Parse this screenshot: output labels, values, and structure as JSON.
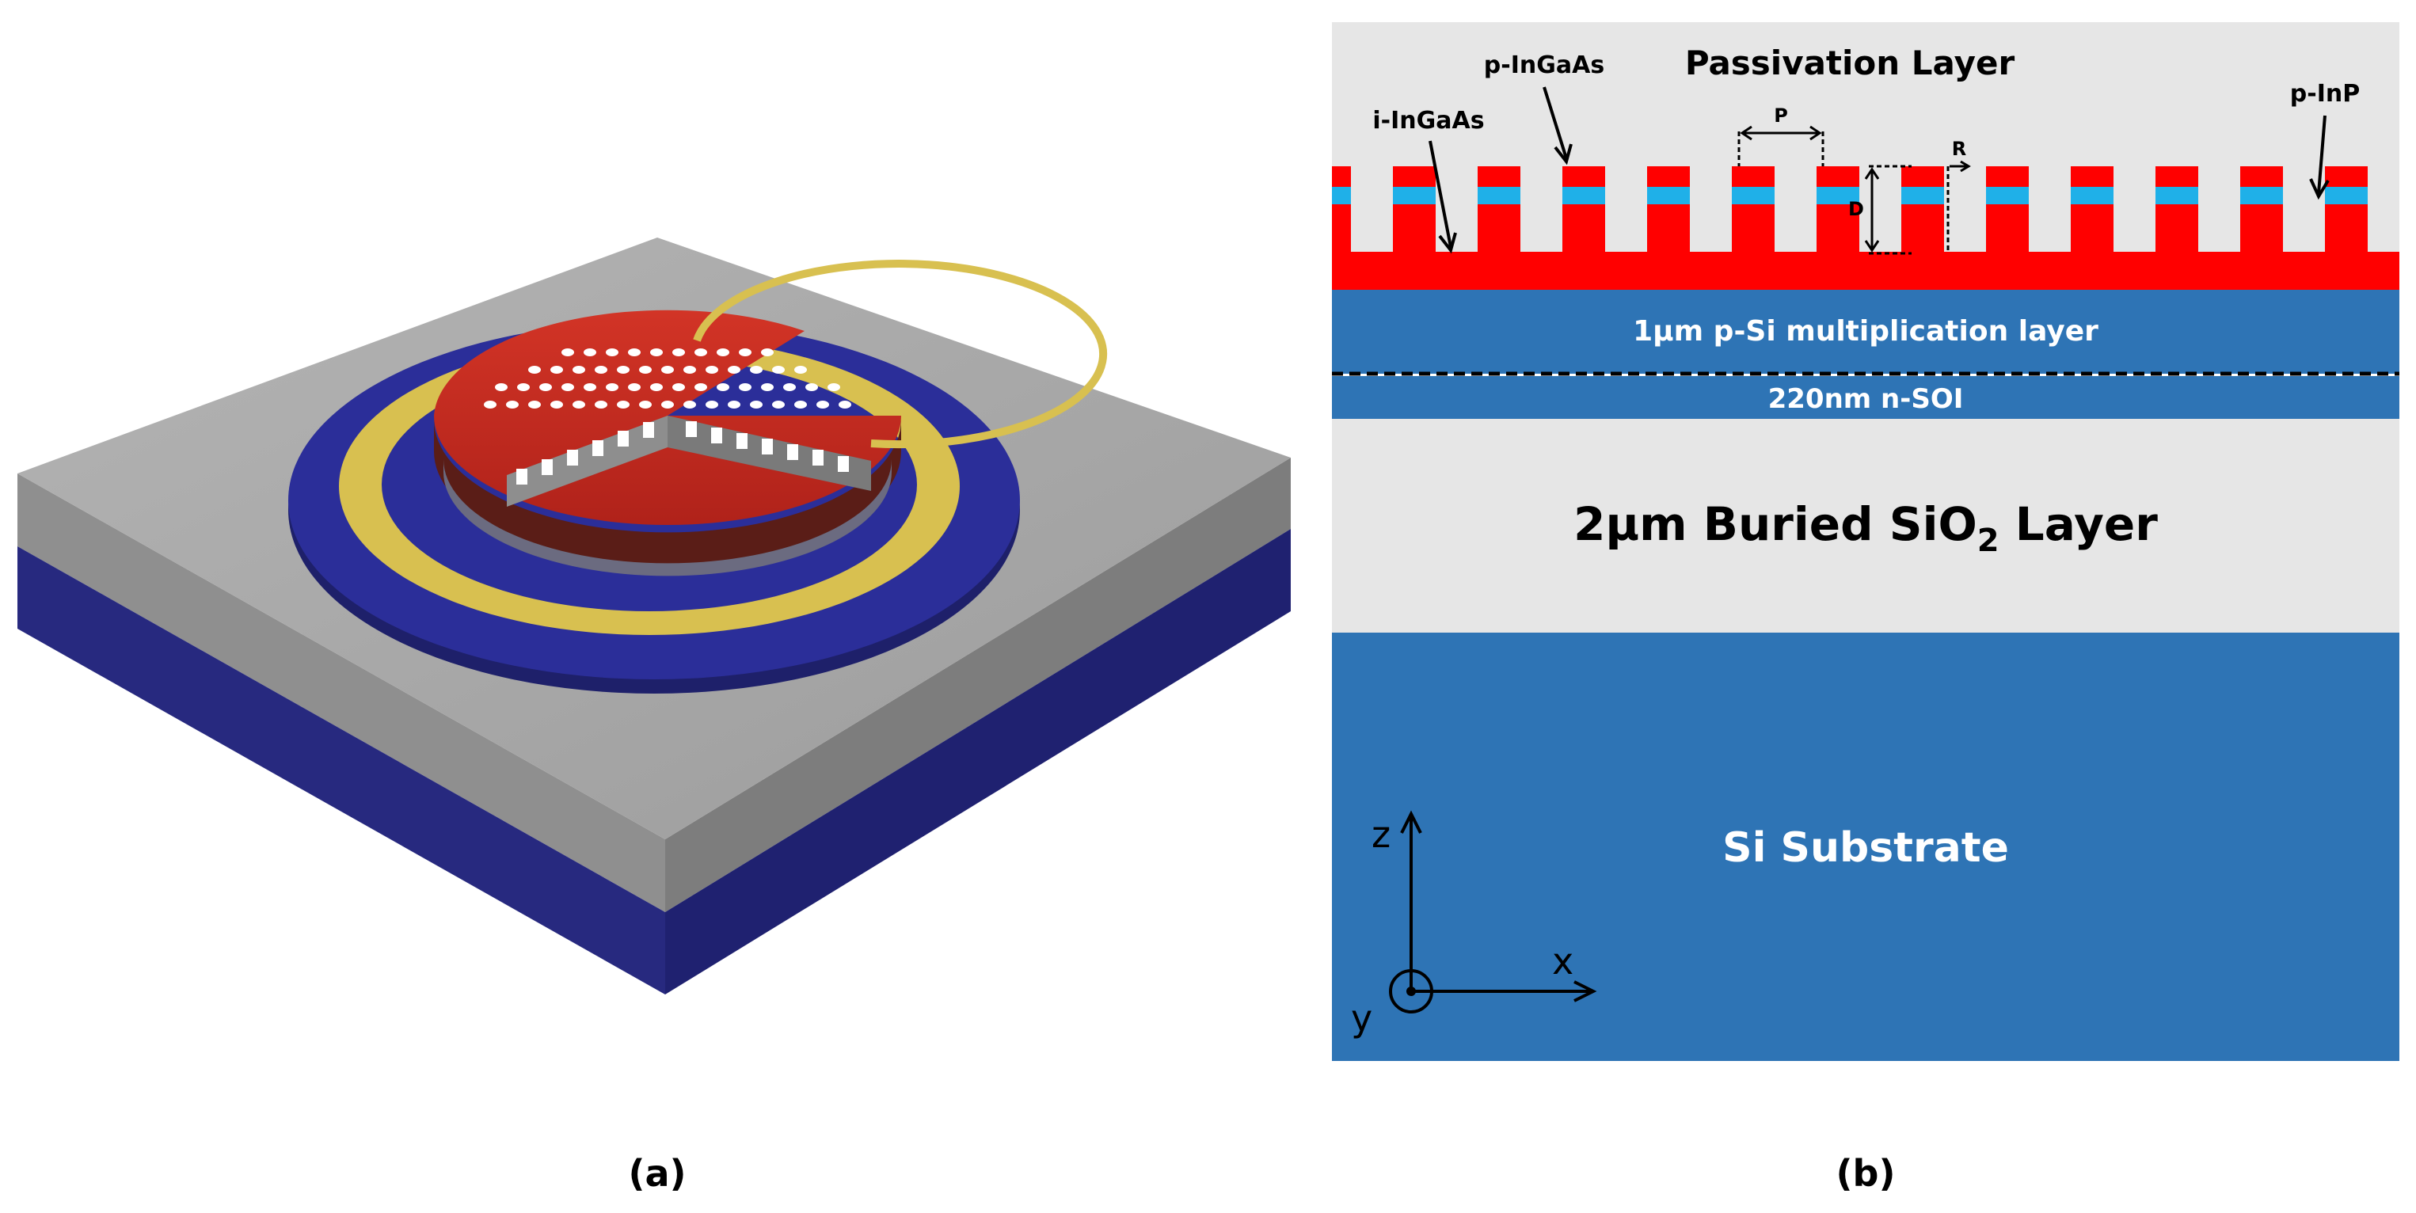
{
  "panel_a": {
    "caption": "(a)"
  },
  "panel_b": {
    "caption": "(b)",
    "labels": {
      "passivation": "Passivation Layer",
      "p_ingaas": "p-InGaAs",
      "i_ingaas": "i-InGaAs",
      "p_inp": "p-InP",
      "period": "P",
      "radius": "R",
      "depth": "D",
      "multiplication": "1µm p-Si multiplication layer",
      "soi": "220nm n-SOI",
      "buried_oxide_main": "2µm Buried SiO",
      "buried_oxide_sub": "2",
      "buried_oxide_tail": " Layer",
      "substrate": "Si Substrate"
    },
    "axes": {
      "z": "z",
      "x": "x",
      "y": "y"
    }
  },
  "colors": {
    "substrate_blue": "#2e74b5",
    "passivation_gray": "#e6e6e6",
    "inp_red": "#ff0000",
    "ingaas_cyan": "#1fb0e8",
    "device_red": "#c42a1f",
    "contact_gold": "#d8c050",
    "base_navy": "#2b2e99",
    "top_gray": "#a8a8a8"
  }
}
